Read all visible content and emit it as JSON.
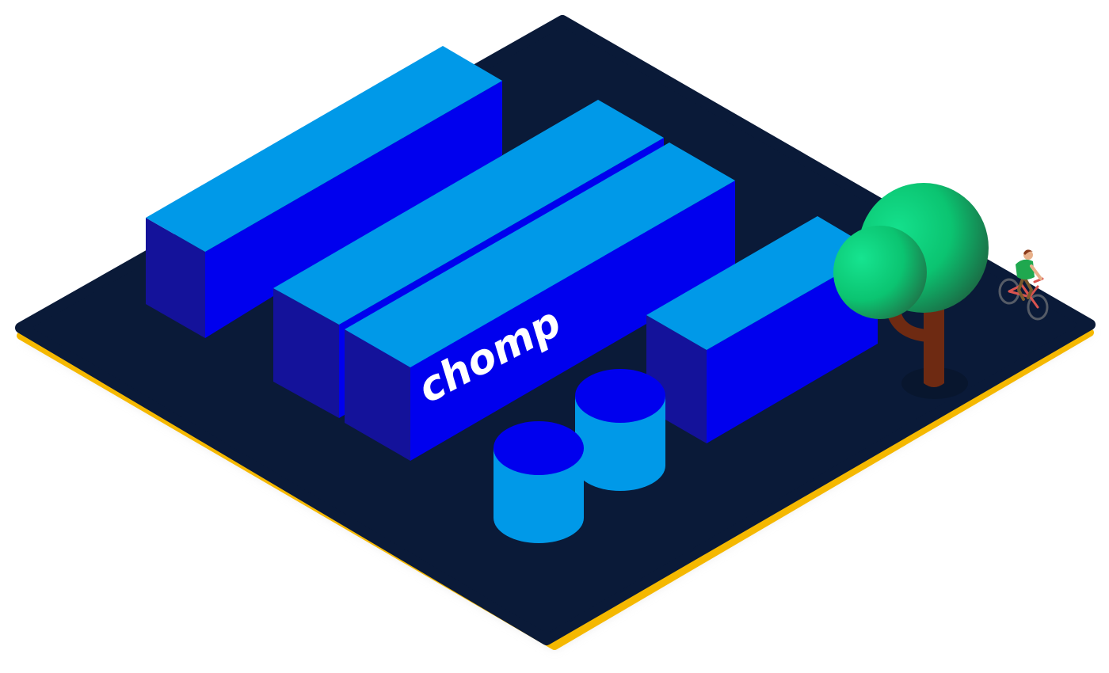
{
  "scene": {
    "brand": {
      "name": "chomp",
      "text_color": "#ffffff"
    },
    "colors": {
      "platform_top": "#0a1a38",
      "platform_edge": "#f5b800",
      "container_top": "#0099e8",
      "container_front": "#0000ee",
      "container_side": "#14129a",
      "tank_top": "#0000ee",
      "tank_body": "#0099e8",
      "tree_foliage": "#0bd47a",
      "tree_trunk": "#6e2a12",
      "bike_frame": "#d9534f",
      "rider_shirt": "#1fa84f"
    },
    "objects": [
      "platform",
      "shipping-container-back",
      "shipping-container-middle",
      "shipping-container-branded",
      "shipping-container-right",
      "storage-tank-left",
      "storage-tank-right",
      "tree",
      "cyclist"
    ]
  }
}
